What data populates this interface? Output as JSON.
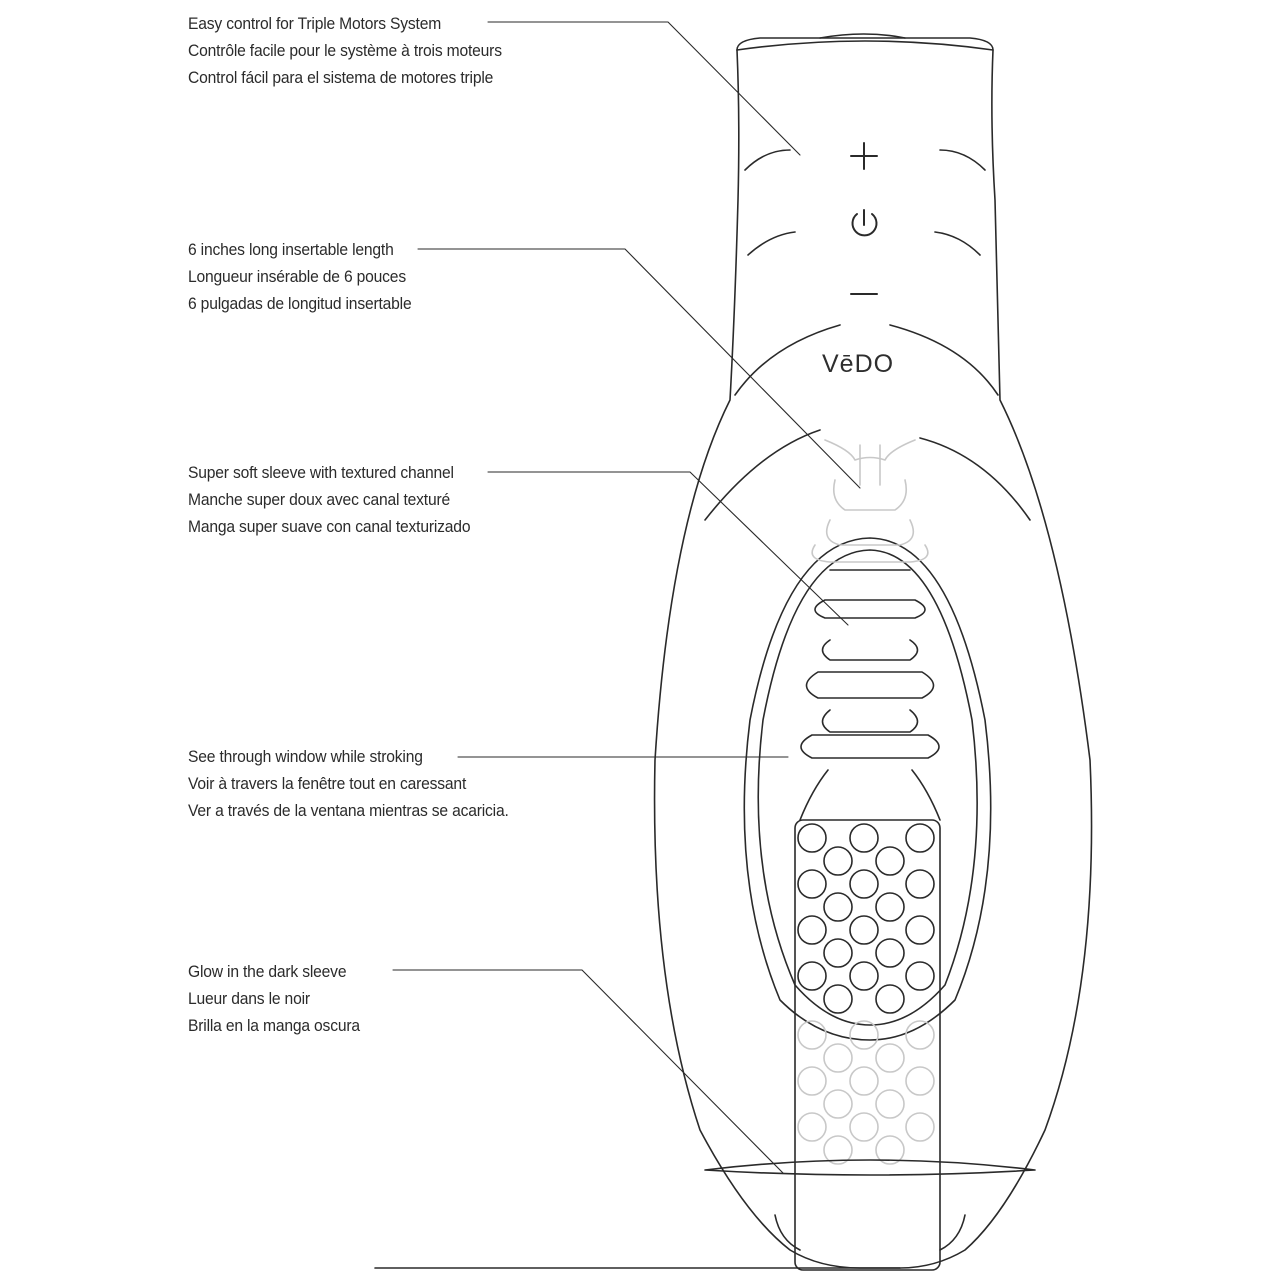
{
  "brand": {
    "logo_text": "VēDO"
  },
  "controls": [
    {
      "name": "plus-button",
      "icon": "plus-icon"
    },
    {
      "name": "power-button",
      "icon": "power-icon"
    },
    {
      "name": "minus-button",
      "icon": "minus-icon"
    }
  ],
  "features": [
    {
      "id": "motors",
      "lines": [
        "Easy control for Triple Motors System",
        "Contrôle facile pour le système à trois moteurs",
        "Control fácil para el sistema de motores triple"
      ]
    },
    {
      "id": "length",
      "lines": [
        "6 inches long insertable length",
        "Longueur insérable de 6 pouces",
        "6 pulgadas de longitud insertable"
      ]
    },
    {
      "id": "sleeve",
      "lines": [
        "Super soft sleeve with textured channel",
        "Manche super doux avec canal texturé",
        "Manga super suave con canal texturizado"
      ]
    },
    {
      "id": "window",
      "lines": [
        "See through window while stroking",
        "Voir à travers la fenêtre tout en caressant",
        "Ver a través de la ventana mientras se acaricia."
      ]
    },
    {
      "id": "glow",
      "lines": [
        "Glow in the dark sleeve",
        "Lueur dans le noir",
        "Brilla en la manga oscura"
      ]
    }
  ],
  "colors": {
    "line": "#2a2a2a",
    "faint": "#c8c8c8",
    "text": "#2b2b2b"
  }
}
